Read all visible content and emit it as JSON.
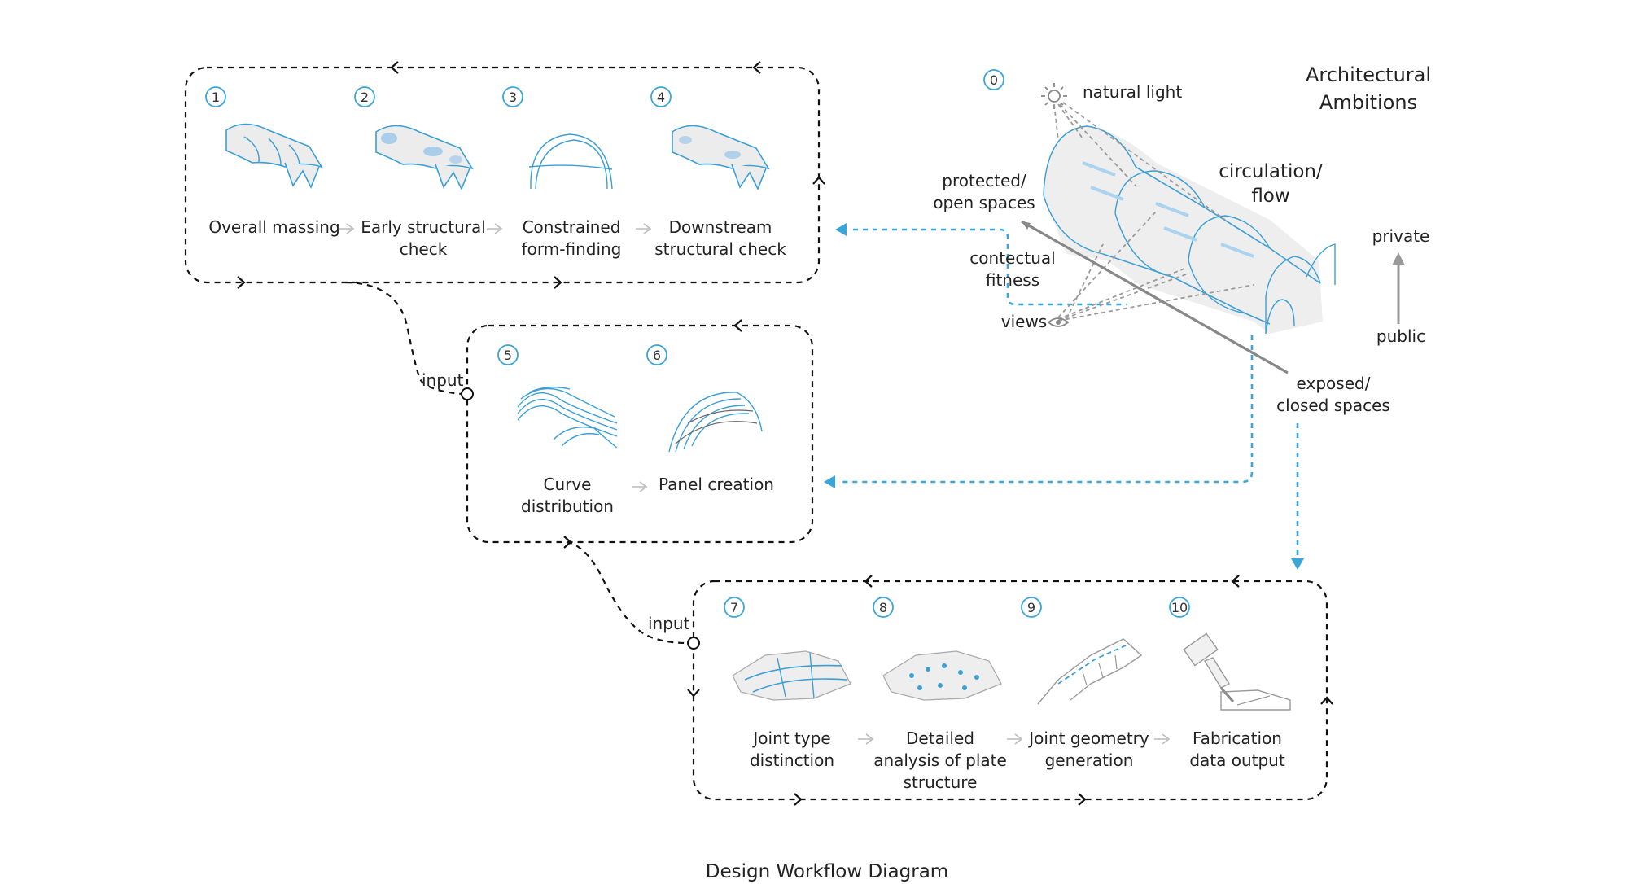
{
  "caption": "Design Workflow Diagram",
  "ambitions": {
    "step": "0",
    "title_line1": "Architectural",
    "title_line2": "Ambitions",
    "natural_light": "natural light",
    "circulation_line1": "circulation/",
    "circulation_line2": "flow",
    "protected_line1": "protected/",
    "protected_line2": "open spaces",
    "contextual_line1": "contectual",
    "contextual_line2": "fitness",
    "views": "views",
    "private": "private",
    "public": "public",
    "exposed_line1": "exposed/",
    "exposed_line2": "closed spaces"
  },
  "group1": {
    "steps": [
      {
        "num": "1",
        "line1": "Overall massing",
        "line2": ""
      },
      {
        "num": "2",
        "line1": "Early structural",
        "line2": "check"
      },
      {
        "num": "3",
        "line1": "Constrained",
        "line2": "form-finding"
      },
      {
        "num": "4",
        "line1": "Downstream",
        "line2": "structural check"
      }
    ]
  },
  "group2": {
    "input": "input",
    "steps": [
      {
        "num": "5",
        "line1": "Curve",
        "line2": "distribution"
      },
      {
        "num": "6",
        "line1": "Panel creation",
        "line2": ""
      }
    ]
  },
  "group3": {
    "input": "input",
    "steps": [
      {
        "num": "7",
        "line1": "Joint type",
        "line2": "distinction",
        "line3": ""
      },
      {
        "num": "8",
        "line1": "Detailed",
        "line2": "analysis of plate",
        "line3": "structure"
      },
      {
        "num": "9",
        "line1": "Joint geometry",
        "line2": "generation",
        "line3": ""
      },
      {
        "num": "10",
        "line1": "Fabrication",
        "line2": "data output",
        "line3": ""
      }
    ]
  },
  "colors": {
    "accent_blue": "#3aa6d8",
    "frame": "#111111",
    "guide_gray": "#9a9a9a"
  }
}
